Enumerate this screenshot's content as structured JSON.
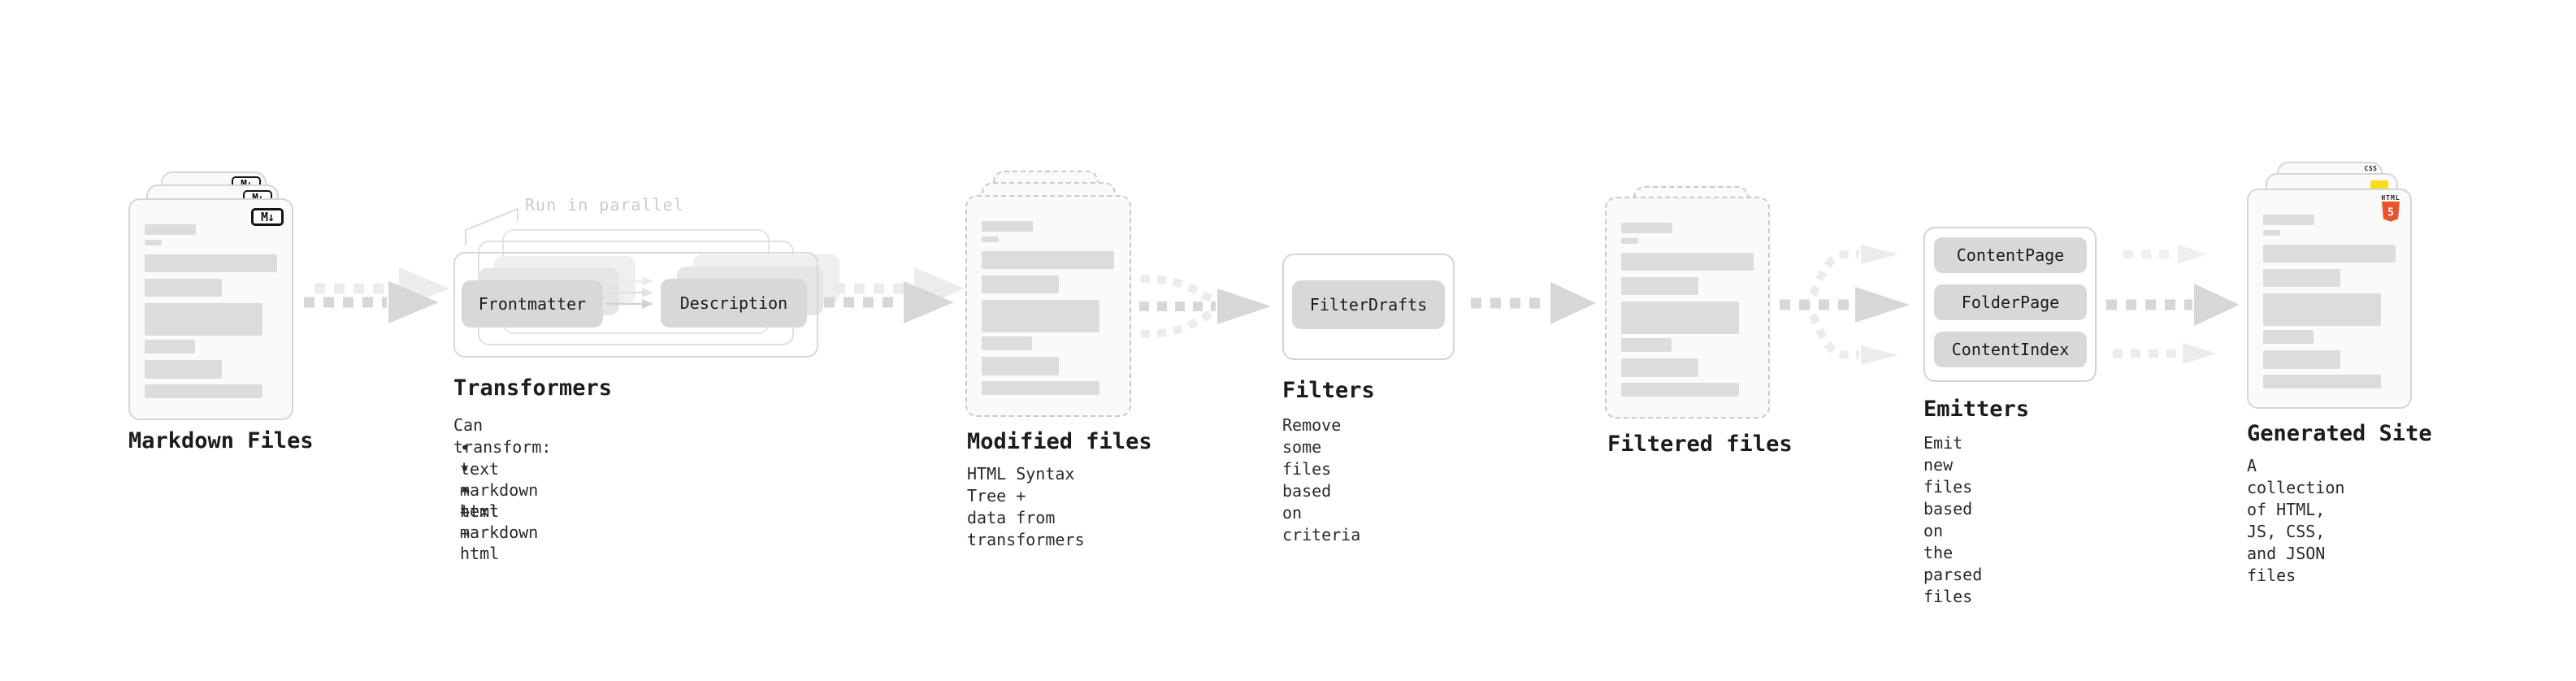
{
  "stages": {
    "markdown_files": {
      "label": "Markdown Files",
      "file_icon": "M↓"
    },
    "transformers": {
      "label": "Transformers",
      "annotation": "Run in parallel",
      "transformer_left": "Frontmatter",
      "transformer_right": "Description",
      "desc_heading": "Can transform:",
      "bullets": [
        "• text → text",
        "• markdown → markdown",
        "• html → html"
      ]
    },
    "modified_files": {
      "label": "Modified files",
      "desc": "HTML Syntax Tree +\ndata from transformers"
    },
    "filters": {
      "label": "Filters",
      "filter_name": "FilterDrafts",
      "desc": "Remove some files based\non criteria"
    },
    "filtered_files": {
      "label": "Filtered files"
    },
    "emitters": {
      "label": "Emitters",
      "emitter_names": [
        "ContentPage",
        "FolderPage",
        "ContentIndex"
      ],
      "desc": "Emit new files based on\nthe parsed files"
    },
    "generated_site": {
      "label": "Generated Site",
      "desc": "A collection of HTML,\nJS, CSS, and JSON files",
      "badge_css": "CSS",
      "badge_html_word": "HTML",
      "badge_html_number": "5"
    }
  },
  "colors": {
    "html5_orange": "#e8532c",
    "js_yellow": "#f7df1e",
    "css_blue": "#2f6fe4",
    "arrow_dark": "#d7d7d7",
    "arrow_light": "#ececec",
    "card_border": "#d6d6d6",
    "pill_gray": "#d8d8d8"
  }
}
